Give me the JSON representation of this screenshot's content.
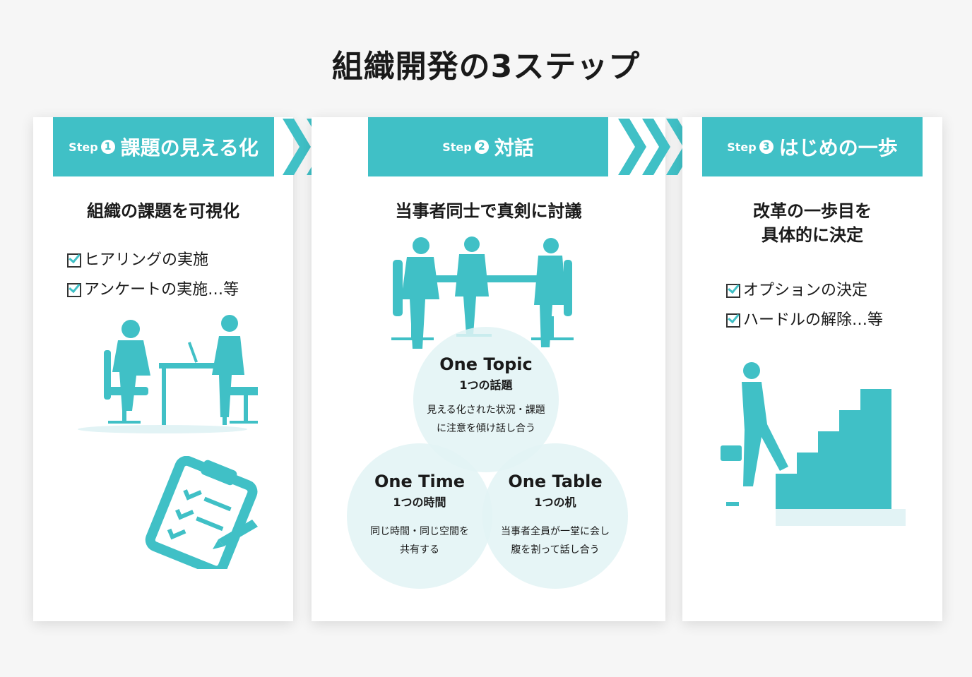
{
  "title": "組織開発の3ステップ",
  "colors": {
    "accent": "#40c0c6",
    "circle": "#e2f3f5"
  },
  "steps": [
    {
      "step_label": "Step",
      "number": "1",
      "header": "課題の見える化",
      "subtitle_lines": [
        "組織の課題を可視化"
      ],
      "items": [
        "ヒアリングの実施",
        "アンケートの実施…等"
      ]
    },
    {
      "step_label": "Step",
      "number": "2",
      "header": "対話",
      "subtitle_lines": [
        "当事者同士で真剣に討議"
      ],
      "circles": [
        {
          "en": "One Topic",
          "ja": "1つの話題",
          "desc": [
            "見える化された状況・課題",
            "に注意を傾け話し合う"
          ]
        },
        {
          "en": "One Time",
          "ja": "1つの時間",
          "desc": [
            "同じ時間・同じ空間を",
            "共有する"
          ]
        },
        {
          "en": "One Table",
          "ja": "1つの机",
          "desc": [
            "当事者全員が一堂に会し",
            "腹を割って話し合う"
          ]
        }
      ]
    },
    {
      "step_label": "Step",
      "number": "3",
      "header": "はじめの一歩",
      "subtitle_lines": [
        "改革の一歩目を",
        "具体的に決定"
      ],
      "items": [
        "オプションの決定",
        "ハードルの解除…等"
      ]
    }
  ]
}
